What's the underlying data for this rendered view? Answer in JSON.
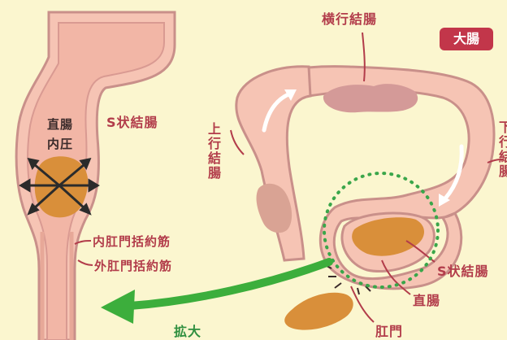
{
  "left_panel": {
    "s_colon": "S状結腸",
    "rectum": "直腸",
    "pressure": "内圧",
    "internal_sphincter": "内肛門括約筋",
    "external_sphincter": "外肛門括約筋"
  },
  "right_panel": {
    "badge": "大腸",
    "transverse_colon": "横行結腸",
    "ascending_colon": "上行結腸",
    "descending_colon_partial": "下行結腸",
    "s_colon": "S状結腸",
    "rectum": "直腸",
    "anus": "肛門"
  },
  "expand_label": "拡大",
  "colors": {
    "background": "#fbf6cf",
    "intestine_fill": "#f6c4b4",
    "intestine_outline": "#c9908a",
    "stool": "#d98f3a",
    "label_red": "#b23c4a",
    "badge": "#c2364a",
    "zoom_circle": "#3aa64a",
    "arrow": "#3cae3c"
  }
}
